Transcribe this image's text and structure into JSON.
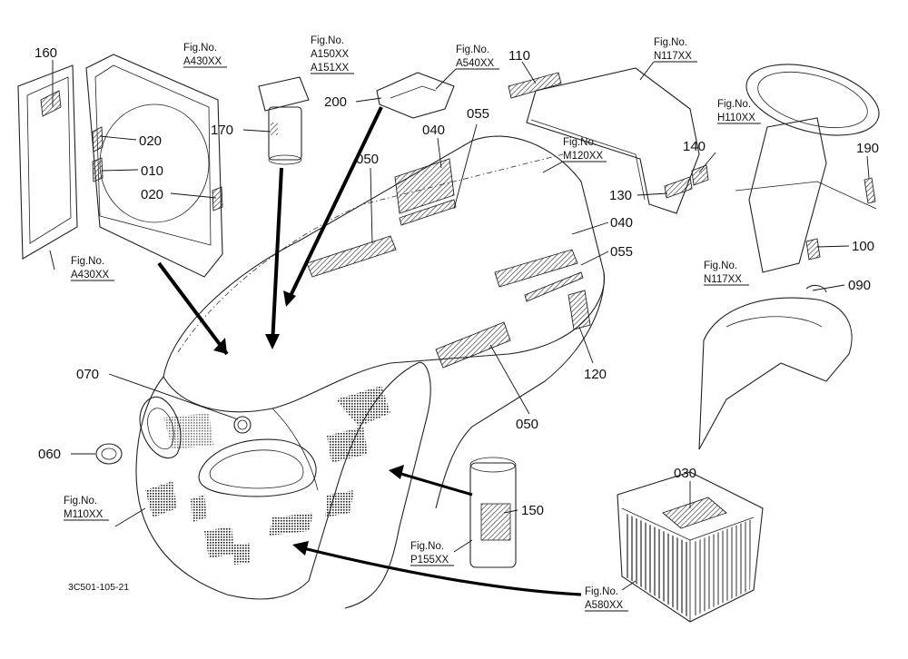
{
  "diagram": {
    "drawing_code": "3C501-105-21",
    "part_numbers": [
      "160",
      "020",
      "010",
      "020",
      "170",
      "200",
      "110",
      "040",
      "055",
      "050",
      "140",
      "130",
      "190",
      "100",
      "090",
      "040",
      "055",
      "120",
      "050",
      "070",
      "060",
      "150",
      "030"
    ],
    "fig_refs": {
      "a430_top": [
        "Fig.No.",
        "A430XX"
      ],
      "a150": [
        "Fig.No.",
        "A150XX",
        "A151XX"
      ],
      "a540": [
        "Fig.No.",
        "A540XX"
      ],
      "n117_top": [
        "Fig.No.",
        "N117XX"
      ],
      "h110": [
        "Fig.No.",
        "H110XX"
      ],
      "m120": [
        "Fig.No.",
        "M120XX"
      ],
      "n117_mid": [
        "Fig.No.",
        "N117XX"
      ],
      "a430_bottom": [
        "Fig.No.",
        "A430XX"
      ],
      "m110": [
        "Fig.No.",
        "M110XX"
      ],
      "p155": [
        "Fig.No.",
        "P155XX"
      ],
      "a580": [
        "Fig.No.",
        "A580XX"
      ]
    },
    "colors": {
      "line": "#222222",
      "background": "#ffffff",
      "decal_fill": "#555555"
    }
  }
}
